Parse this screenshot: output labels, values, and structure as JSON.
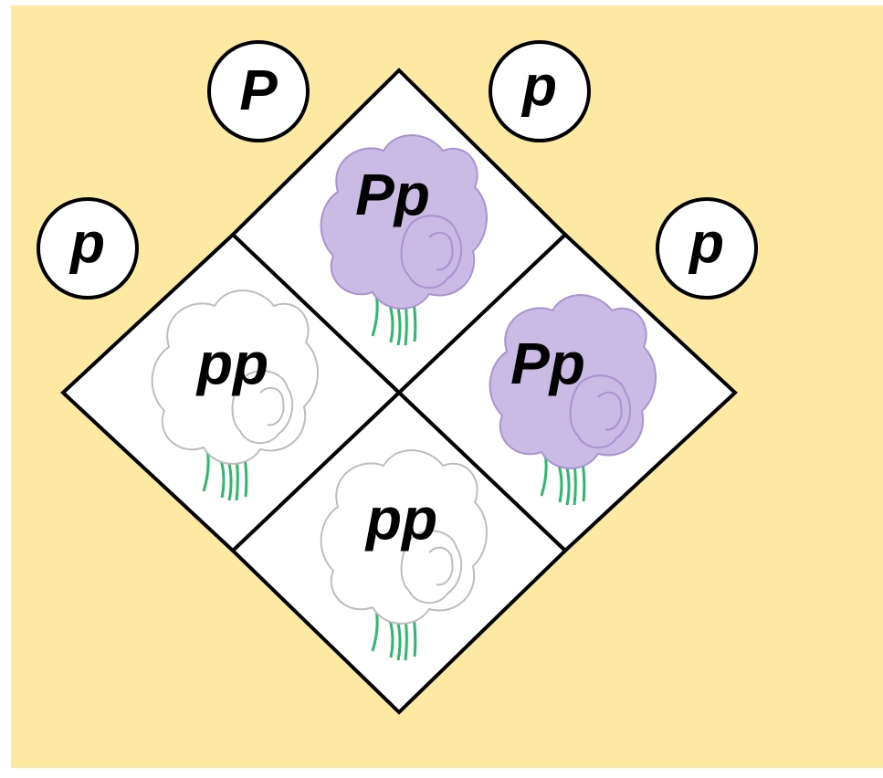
{
  "colors": {
    "background": "#FDE9A2",
    "grid_fill": "#FFFFFF",
    "grid_stroke": "#000000",
    "purple_petal": "#C9BBE6",
    "purple_edge": "#A993D0",
    "white_petal": "#FFFFFF",
    "white_edge": "#BDBDBD",
    "stem": "#2DB86A",
    "allele_circle_fill": "#FFFFFF",
    "allele_circle_stroke": "#000000"
  },
  "parent_alleles": {
    "top_left_1": "P",
    "top_right_1": "p",
    "top_left_2": "p",
    "top_right_2": "p"
  },
  "offspring": [
    {
      "cell": "top",
      "genotype": "Pp",
      "flower": "purple"
    },
    {
      "cell": "left",
      "genotype": "pp",
      "flower": "white"
    },
    {
      "cell": "right",
      "genotype": "Pp",
      "flower": "purple"
    },
    {
      "cell": "bottom",
      "genotype": "pp",
      "flower": "white"
    }
  ]
}
